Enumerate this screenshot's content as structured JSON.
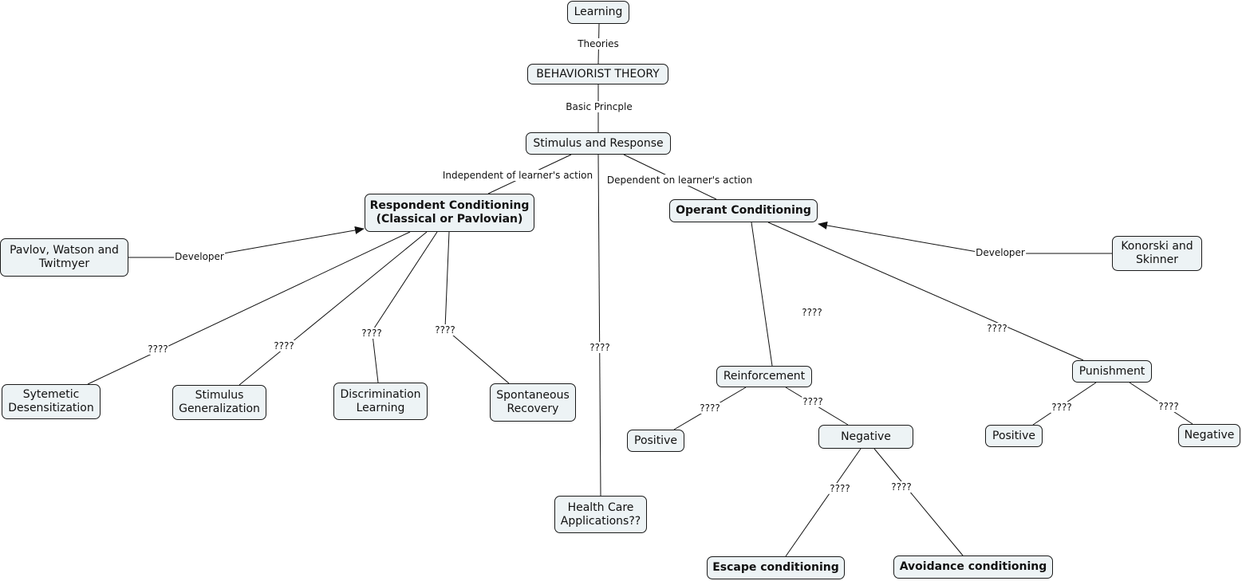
{
  "nodes": {
    "learning": "Learning",
    "behaviorist": "BEHAVIORIST THEORY",
    "stimulus_response": "Stimulus and Response",
    "respondent": "Respondent Conditioning\n(Classical or Pavlovian)",
    "operant": "Operant Conditioning",
    "pavlov": "Pavlov, Watson and\nTwitmyer",
    "konorski": "Konorski and\nSkinner",
    "systematic": "Sytemetic\nDesensitization",
    "generalization": "Stimulus\nGeneralization",
    "discrimination": "Discrimination\nLearning",
    "spontaneous": "Spontaneous\nRecovery",
    "health": "Health Care\nApplications??",
    "reinforcement": "Reinforcement",
    "punishment": "Punishment",
    "reinf_positive": "Positive",
    "reinf_negative": "Negative",
    "pun_positive": "Positive",
    "pun_negative": "Negative",
    "escape": "Escape conditioning",
    "avoidance": "Avoidance conditioning"
  },
  "links": {
    "theories": "Theories",
    "basic_principle": "Basic Princple",
    "independent": "Independent of learner's action",
    "dependent": "Dependent on learner's action",
    "developer_left": "Developer",
    "developer_right": "Developer",
    "q_systematic": "????",
    "q_generalization": "????",
    "q_discrimination": "????",
    "q_spontaneous": "????",
    "q_health": "????",
    "q_reinforcement": "????",
    "q_punishment": "????",
    "q_reinf_positive": "????",
    "q_reinf_negative": "????",
    "q_pun_positive": "????",
    "q_pun_negative": "????",
    "q_escape": "????",
    "q_avoidance": "????"
  },
  "colors": {
    "node_fill": "#edf3f5",
    "border": "#1a1a1a"
  }
}
